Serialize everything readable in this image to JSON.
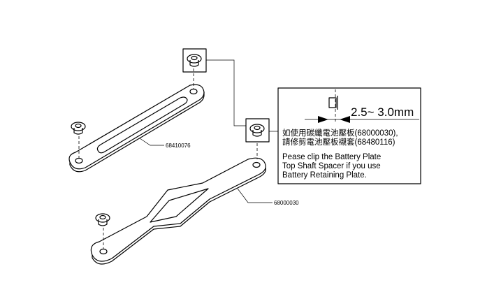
{
  "parts": {
    "upper_plate_number": "68410076",
    "lower_plate_number": "68000030"
  },
  "note": {
    "dimension": "2.5~ 3.0mm",
    "chinese_line1": "如使用碳纖電池壓板(68000030),",
    "chinese_line2": "請修剪電池壓板襯套(68480116)",
    "english_line1": "Pease clip the Battery Plate",
    "english_line2": "Top Shaft Spacer if you use",
    "english_line3": "Battery Retaining Plate."
  }
}
